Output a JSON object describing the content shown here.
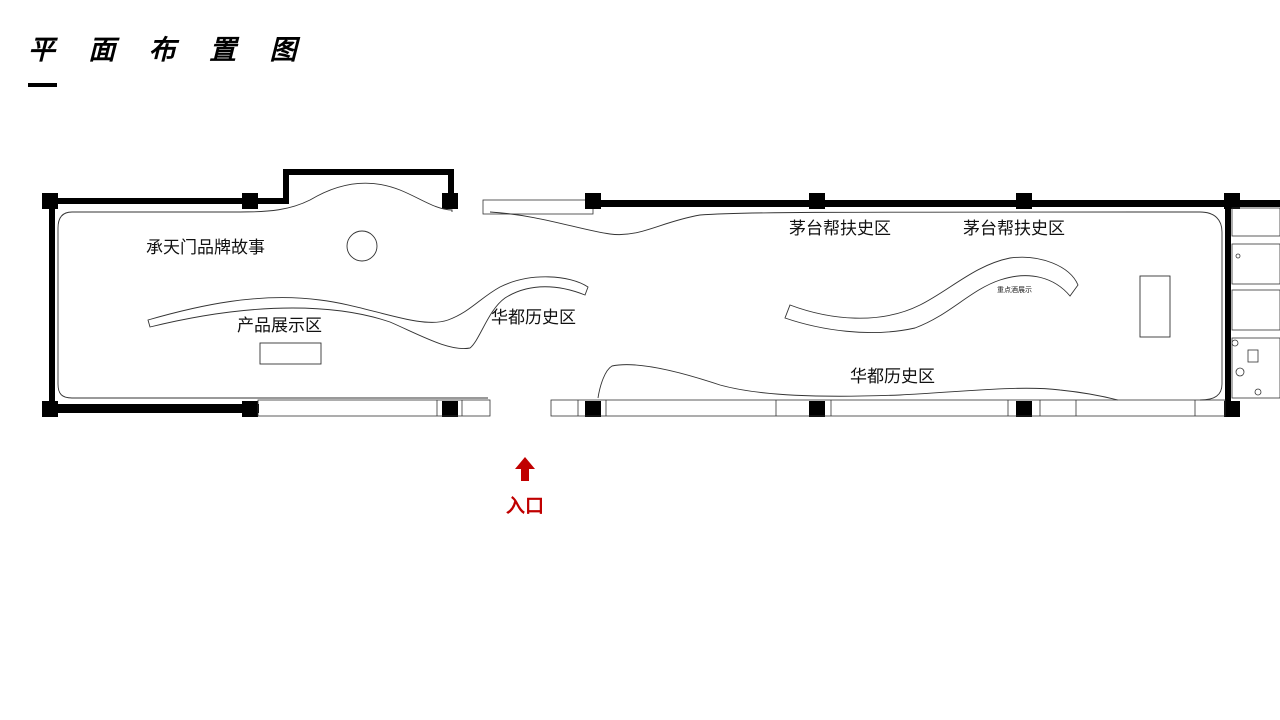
{
  "title": "平 面 布 置 图",
  "zones": {
    "chengtianmen": "承天门品牌故事",
    "product": "产品展示区",
    "huadu_1": "华都历史区",
    "maotai_1": "茅台帮扶史区",
    "maotai_2": "茅台帮扶史区",
    "huadu_2": "华都历史区",
    "key_liquor": "重点酒展示"
  },
  "entrance": {
    "label": "入口",
    "color": "#c00000",
    "icon": "arrow-up-icon"
  },
  "colors": {
    "walls": "#000000",
    "lines": "#333333",
    "entrance": "#c00000"
  }
}
